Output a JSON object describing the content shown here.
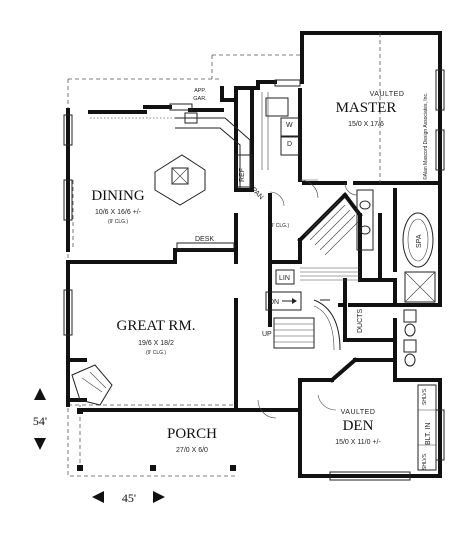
{
  "rooms": {
    "master": {
      "vaulted": "VAULTED",
      "name": "MASTER",
      "dims": "15/0 X 17/6"
    },
    "dining": {
      "name": "DINING",
      "dims": "10/6 X 16/6 +/-",
      "ceiling": "(9' CLG.)"
    },
    "great": {
      "name": "GREAT RM.",
      "dims": "19/6 X 18/2",
      "ceiling": "(9' CLG.)"
    },
    "porch": {
      "name": "PORCH",
      "dims": "27/0 X 6/0"
    },
    "den": {
      "vaulted": "VAULTED",
      "name": "DEN",
      "dims": "15/0 X 11/0 +/-"
    }
  },
  "labels": {
    "app": "APP.",
    "gar": "GAR.",
    "ref": "REF",
    "pan": "PAN",
    "desk": "DESK",
    "hall_clg": "(9' CLG.)",
    "lin": "LIN",
    "dn": "DN",
    "up": "UP",
    "ducts": "DUCTS",
    "spa": "SPA",
    "d": "D",
    "w": "W",
    "blt_in": "BLT. IN",
    "shlvs_top": "SHLVS.",
    "shlvs_bottom": "SHLVS."
  },
  "dimensions": {
    "depth": "54'",
    "width": "45'"
  },
  "copyright": "©Alan Mascord Design Associates, Inc."
}
